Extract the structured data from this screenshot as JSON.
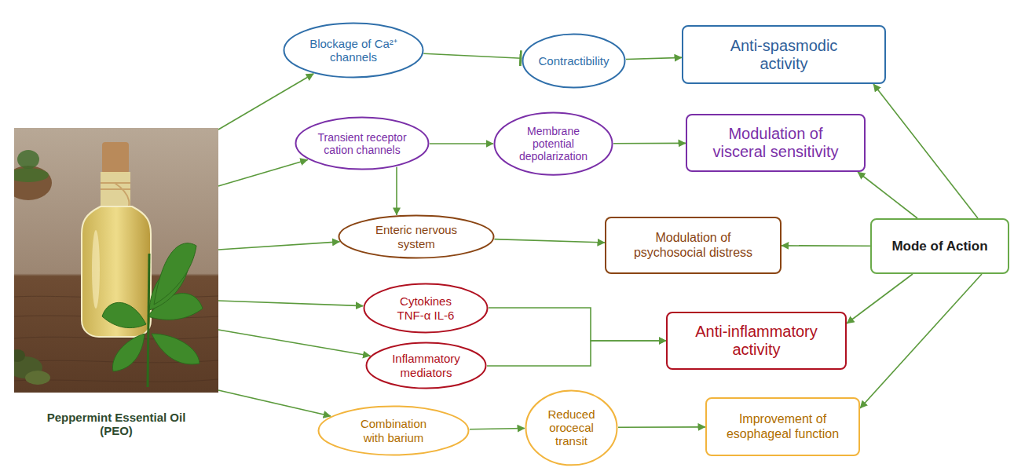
{
  "diagram": {
    "nodes": [
      {
        "text": [
          "Peppermint Essential Oil (PEO)"
        ]
      },
      {
        "text": [
          "Blockage of Ca²⁺ channels"
        ]
      },
      {
        "text": [
          "Contractibility"
        ]
      },
      {
        "text": [
          "Anti-spasmodic activity"
        ]
      },
      {
        "text": [
          "Transient receptor cation channels"
        ]
      },
      {
        "text": [
          "Membrane potential depolarization"
        ]
      },
      {
        "text": [
          "Modulation of visceral sensitivity"
        ]
      },
      {
        "text": [
          "Enteric nervous system"
        ]
      },
      {
        "text": [
          "Modulation of psychosocial distress"
        ]
      },
      {
        "text": [
          "Mode of Action"
        ]
      },
      {
        "text": [
          "Cytokines TNF-α IL-6"
        ]
      },
      {
        "text": [
          "Inflammatory mediators"
        ]
      },
      {
        "text": [
          "Anti-inflammatory activity"
        ]
      },
      {
        "text": [
          "Combination with barium"
        ]
      },
      {
        "text": [
          "Reduced orocecal transit"
        ]
      },
      {
        "text": [
          "Improvement of esophageal function"
        ]
      }
    ],
    "edges": [
      {
        "from": 0,
        "to": 1,
        "arrow": "to"
      },
      {
        "from": 0,
        "to": 4,
        "arrow": "to"
      },
      {
        "from": 0,
        "to": 7,
        "arrow": "to"
      },
      {
        "from": 0,
        "to": 10,
        "arrow": "to"
      },
      {
        "from": 0,
        "to": 11,
        "arrow": "to"
      },
      {
        "from": 0,
        "to": 13,
        "arrow": "to"
      },
      {
        "from": 1,
        "to": 2,
        "arrow": "to"
      },
      {
        "from": 2,
        "to": 3,
        "arrow": "to"
      },
      {
        "from": 4,
        "to": 5,
        "arrow": "to"
      },
      {
        "from": 5,
        "to": 6,
        "arrow": "to"
      },
      {
        "from": 4,
        "to": 7,
        "arrow": "to"
      },
      {
        "from": 7,
        "to": 8,
        "arrow": "to"
      },
      {
        "from": 10,
        "to": 12,
        "arrow": "to"
      },
      {
        "from": 11,
        "to": 12,
        "arrow": "to"
      },
      {
        "from": 13,
        "to": 14,
        "arrow": "to"
      },
      {
        "from": 14,
        "to": 15,
        "arrow": "to"
      },
      {
        "from": 9,
        "to": 3,
        "arrow": "to"
      },
      {
        "from": 9,
        "to": 6,
        "arrow": "to"
      },
      {
        "from": 9,
        "to": 8,
        "arrow": "to"
      },
      {
        "from": 9,
        "to": 12,
        "arrow": "to"
      },
      {
        "from": 9,
        "to": 15,
        "arrow": "to"
      }
    ]
  }
}
